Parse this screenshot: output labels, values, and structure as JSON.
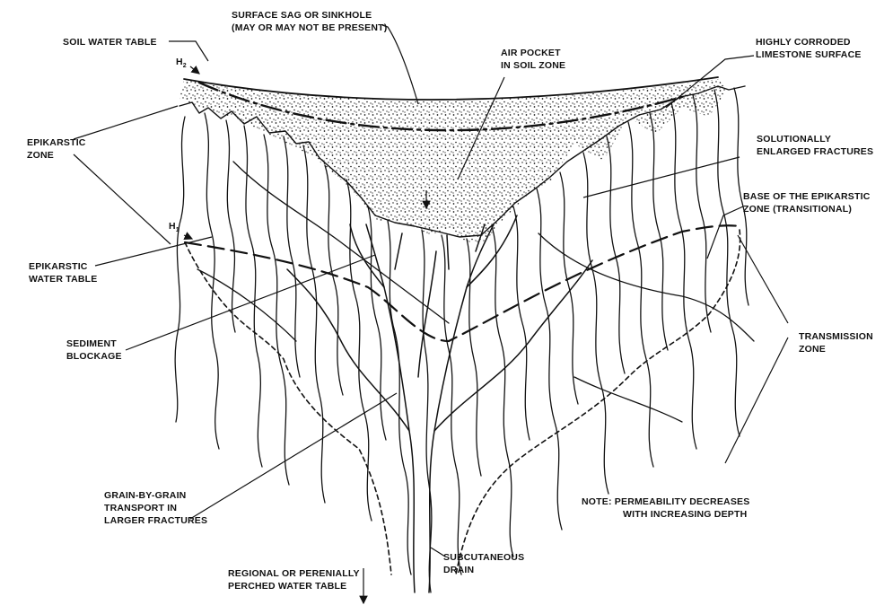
{
  "labels": {
    "surface_sag": [
      "SURFACE SAG OR SINKHOLE",
      "(MAY OR MAY NOT BE PRESENT)"
    ],
    "soil_water_table": [
      "SOIL WATER TABLE"
    ],
    "air_pocket": [
      "AIR POCKET",
      "IN SOIL ZONE"
    ],
    "highly_corroded": [
      "HIGHLY CORRODED",
      "LIMESTONE SURFACE"
    ],
    "epikarstic_zone": [
      "EPIKARSTIC",
      "ZONE"
    ],
    "solutionally_enlarged": [
      "SOLUTIONALLY",
      "ENLARGED FRACTURES"
    ],
    "base_epikarstic": [
      "BASE OF THE EPIKARSTIC",
      "ZONE (TRANSITIONAL)"
    ],
    "epikarstic_water_table": [
      "EPIKARSTIC",
      "WATER TABLE"
    ],
    "sediment_blockage": [
      "SEDIMENT",
      "BLOCKAGE"
    ],
    "transmission_zone": [
      "TRANSMISSION",
      "ZONE"
    ],
    "grain_transport": [
      "GRAIN-BY-GRAIN",
      "TRANSPORT IN",
      "LARGER FRACTURES"
    ],
    "note": [
      "NOTE: PERMEABILITY DECREASES",
      "WITH INCREASING DEPTH"
    ],
    "subcutaneous_drain": [
      "SUBCUTANEOUS",
      "DRAIN"
    ],
    "regional_water_table": [
      "REGIONAL OR PERENIALLY",
      "PERCHED WATER TABLE"
    ]
  },
  "head_markers": {
    "h2": "H",
    "h2_sub": "2",
    "h1": "H",
    "h1_sub": "1"
  }
}
